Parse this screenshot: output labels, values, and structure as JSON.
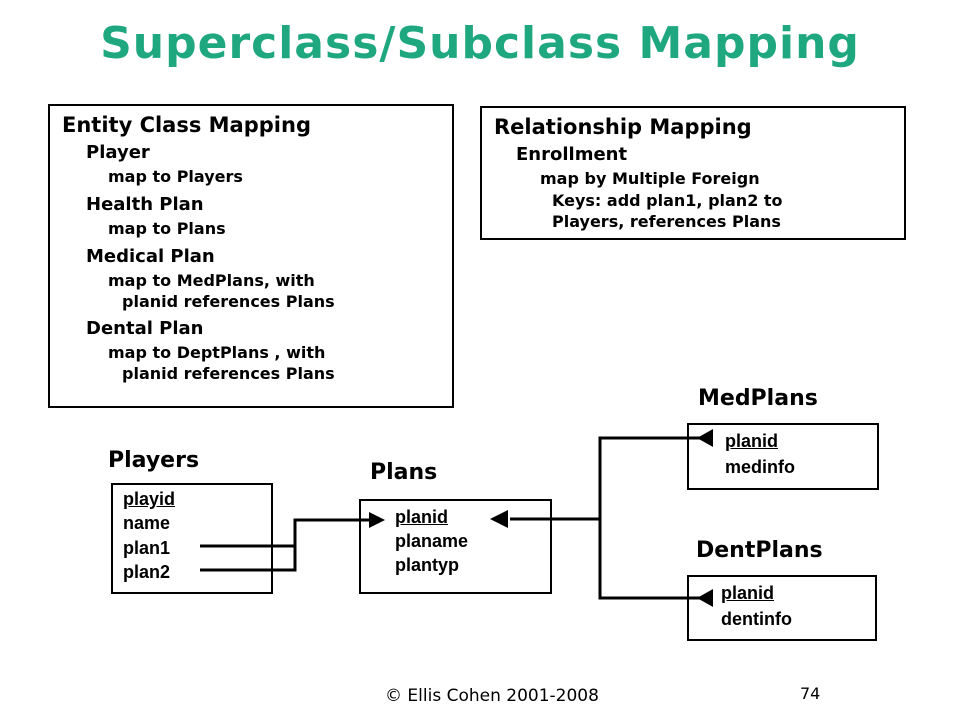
{
  "title": "Superclass/Subclass Mapping",
  "entity_mapping": {
    "heading": "Entity Class Mapping",
    "items": [
      {
        "name": "Player",
        "lines": [
          "map to Players"
        ]
      },
      {
        "name": "Health Plan",
        "lines": [
          "map to Plans"
        ]
      },
      {
        "name": "Medical Plan",
        "lines": [
          "map to MedPlans, with",
          "planid references Plans"
        ]
      },
      {
        "name": "Dental Plan",
        "lines": [
          "map to DeptPlans , with",
          "planid references Plans"
        ]
      }
    ]
  },
  "relationship_mapping": {
    "heading": "Relationship Mapping",
    "name": "Enrollment",
    "lines": [
      "map by Multiple Foreign",
      "Keys: add plan1, plan2 to",
      "Players, references Plans"
    ]
  },
  "tables": {
    "players": {
      "label": "Players",
      "columns": [
        "playid",
        "name",
        "plan1",
        "plan2"
      ]
    },
    "plans": {
      "label": "Plans",
      "columns": [
        "planid",
        "planame",
        "plantyp"
      ]
    },
    "medplans": {
      "label": "MedPlans",
      "columns": [
        "planid",
        "medinfo"
      ]
    },
    "dentplans": {
      "label": "DentPlans",
      "columns": [
        "planid",
        "dentinfo"
      ]
    }
  },
  "footer": {
    "copyright": "© Ellis Cohen 2001-2008",
    "page_number": "74"
  },
  "colors": {
    "title": "#1fa87f",
    "line": "#000000"
  }
}
